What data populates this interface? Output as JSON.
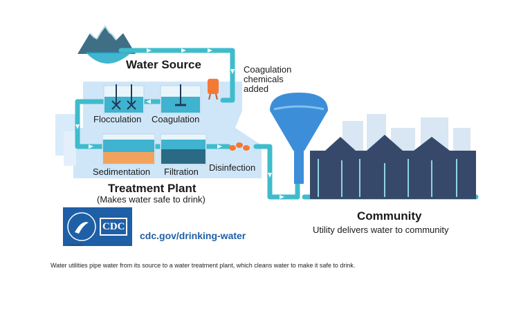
{
  "labels": {
    "water_source": "Water Source",
    "coagulation_chemicals": [
      "Coagulation",
      "chemicals",
      "added"
    ],
    "flocculation": "Flocculation",
    "coagulation": "Coagulation",
    "sedimentation": "Sedimentation",
    "filtration": "Filtration",
    "disinfection": "Disinfection",
    "treatment_plant_title": "Treatment Plant",
    "treatment_plant_subtitle": "(Makes water safe to drink)",
    "community_title": "Community",
    "community_subtitle": "Utility delivers water to community"
  },
  "logo": {
    "cdc_text": "CDC",
    "url": "cdc.gov/drinking-water",
    "code": "CS314667A"
  },
  "caption": "Water utilities pipe water from its source to a water treatment plant, which cleans water to make it safe to drink.",
  "colors": {
    "pipe": "#3fbccb",
    "plant_bg": "#cfe6f8",
    "tank_water": "#2aa7d3",
    "city": "#37496a",
    "cdc_blue": "#1f5fa6",
    "tank_body": "#3d8ed8",
    "sediment": "#f3a25e",
    "chem_tank": "#f37a35"
  }
}
